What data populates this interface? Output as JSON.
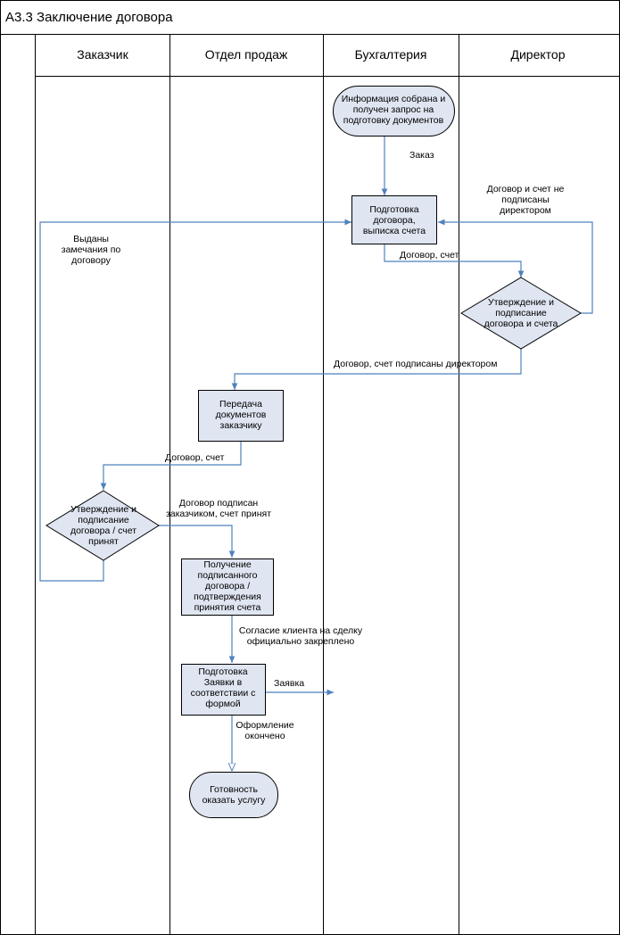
{
  "title": "A3.3 Заключение договора",
  "lanes": [
    "Заказчик",
    "Отдел продаж",
    "Бухгалтерия",
    "Директор"
  ],
  "nodes": {
    "start": [
      "Информация собрана и",
      "получен запрос на",
      "подготовку документов"
    ],
    "prepare_contract": [
      "Подготовка",
      "договора,",
      "выписка счета"
    ],
    "director_approval": [
      "Утверждение и",
      "подписание",
      "договора и счета"
    ],
    "transfer_docs": [
      "Передача",
      "документов",
      "заказчику"
    ],
    "customer_approval": [
      "Утверждение и",
      "подписание",
      "договора / счет",
      "принят"
    ],
    "receive_signed": [
      "Получение",
      "подписанного",
      "договора /",
      "подтверждения",
      "принятия счета"
    ],
    "prepare_request": [
      "Подготовка",
      "Заявки в",
      "соответствии с",
      "формой"
    ],
    "end": [
      "Готовность",
      "оказать услугу"
    ]
  },
  "edge_labels": {
    "order": [
      "Заказ"
    ],
    "contract_invoice_1": [
      "Договор, счет"
    ],
    "not_signed": [
      "Договор и счет не",
      "подписаны",
      "директором"
    ],
    "signed_by_director": [
      "Договор, счет подписаны директором"
    ],
    "contract_invoice_2": [
      "Договор, счет"
    ],
    "remarks": [
      "Выданы",
      "замечания по",
      "договору"
    ],
    "signed_by_customer": [
      "Договор подписан",
      "заказчиком, счет принят"
    ],
    "agreement": [
      "Согласие клиента на сделку",
      "официально закреплено"
    ],
    "request": [
      "Заявка"
    ],
    "done": [
      "Оформление",
      "окончено"
    ]
  },
  "colors": {
    "connector": "#4f81bd",
    "box_fill": "#dfe5f1",
    "border": "#000000"
  }
}
